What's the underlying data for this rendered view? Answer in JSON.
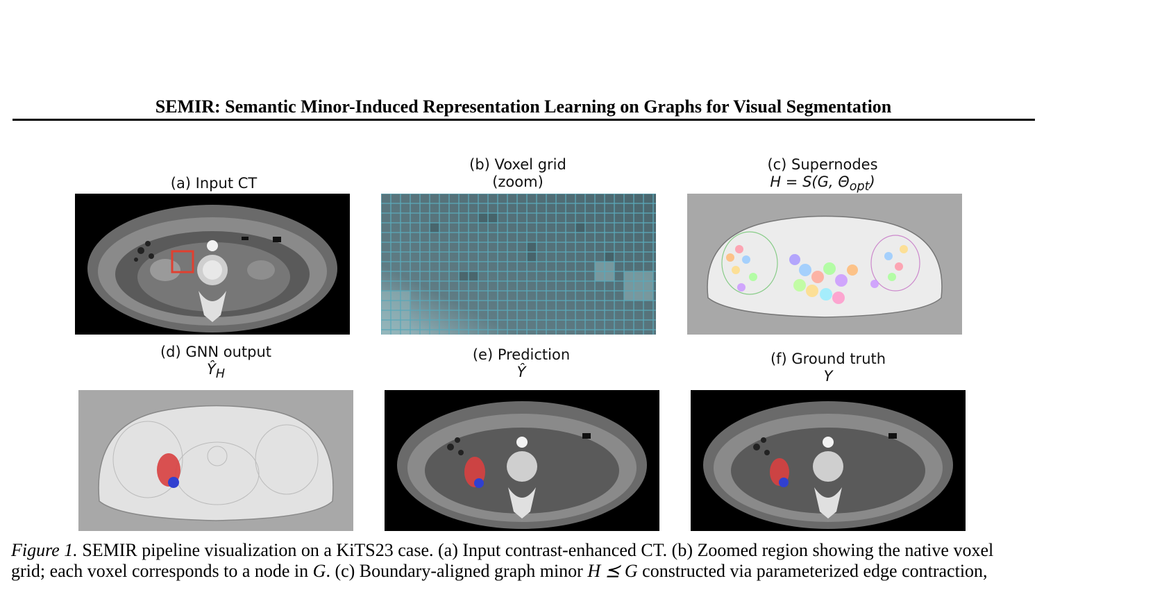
{
  "header": {
    "running_title": "SEMIR: Semantic Minor-Induced Representation Learning on Graphs for Visual Segmentation"
  },
  "panels": {
    "a": {
      "title": "(a) Input CT"
    },
    "b": {
      "title_line1": "(b) Voxel grid",
      "title_line2": "(zoom)"
    },
    "c": {
      "title_line1": "(c) Supernodes",
      "title_line2": "H = S(G, Θ",
      "title_sub": "opt",
      "title_end": ")"
    },
    "d": {
      "title_line1": "(d) GNN output",
      "title_line2": "Ŷ",
      "title_sub": "H"
    },
    "e": {
      "title_line1": "(e) Prediction",
      "title_line2": "Ŷ"
    },
    "f": {
      "title_line1": "(f) Ground truth",
      "title_line2": "Y"
    }
  },
  "caption": {
    "label": "Figure 1.",
    "line1": "SEMIR pipeline visualization on a KiTS23 case. (a) Input contrast-enhanced CT. (b) Zoomed region showing the native voxel",
    "line2_pre": "grid; each voxel corresponds to a node in ",
    "G": "G",
    "line2_mid": ". (c) Boundary-aligned graph minor ",
    "rel": "H ⪯ G",
    "line2_end": " constructed via parameterized edge contraction,"
  },
  "colors": {
    "ct_background": "#000000",
    "supernode_background": "#a8a8a8",
    "voxel_grid": "#5aa8b8",
    "roi_box": "#e04030",
    "kidney": "#d84040",
    "tumor": "#3040d0"
  }
}
